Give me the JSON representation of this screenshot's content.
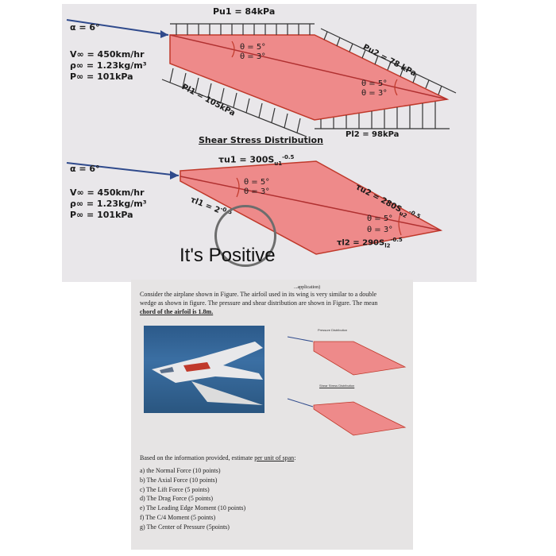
{
  "top_figure": {
    "pressure": {
      "alpha": "α = 6°",
      "v_inf": "V∞ = 450km/hr",
      "rho_inf": "ρ∞ = 1.23kg/m³",
      "p_inf": "P∞ = 101kPa",
      "pu1": "Pu1 = 84kPa",
      "pu2": "Pu2 = 78 kPa",
      "pl1": "Pl1 = 105kPa",
      "pl2": "Pl2 = 98kPa",
      "theta_left_5": "θ = 5°",
      "theta_left_3": "θ = 3°",
      "theta_right_5": "θ = 5°",
      "theta_right_3": "θ = 3°"
    },
    "shear_title": "Shear Stress Distribution",
    "shear": {
      "alpha": "α = 6°",
      "v_inf": "V∞ = 450km/hr",
      "rho_inf": "ρ∞ = 1.23kg/m³",
      "p_inf": "P∞ = 101kPa",
      "tau_u1": "τu1 = 300S",
      "tau_u1_sub": "u1",
      "tau_u1_exp": "-0.5",
      "tau_l1": "τl1 = 2",
      "tau_l1_exp": "-0.5",
      "tau_u2": "τu2 = 280S",
      "tau_u2_sub": "u2",
      "tau_u2_exp": "-0.5",
      "tau_l2": "τl2 = 290S",
      "tau_l2_sub": "l2",
      "tau_l2_exp": "-0.5",
      "theta_left_5": "θ = 5°",
      "theta_left_3": "θ = 3°",
      "theta_right_5": "θ = 5°",
      "theta_right_3": "θ = 3°"
    }
  },
  "overlay": {
    "text": "It's Positive"
  },
  "bottom_document": {
    "header_fragment": "...application)",
    "intro_line1": "Consider the airplane shown in Figure. The airfoil used in its wing is very similar to a double",
    "intro_line2": "wedge as shown in figure. The pressure and shear distribution are shown in Figure. The mean",
    "intro_line3": "chord of the airfoil is 1.8m.",
    "mini_pressure_title": "Pressure Distribution",
    "mini_shear_title": "Shear Stress Distribution",
    "question_lead": "Based on the information provided, estimate ",
    "question_lead_underlined": "per unit of span",
    "question_lead_end": ":",
    "items": [
      "a)  the Normal Force (10 points)",
      "b)  The Axial Force (10 points)",
      "c)  The Lift Force  (5 points)",
      "d)  The Drag Force (5 points)",
      "e)  The Leading Edge Moment (10 points)",
      "f)  The C/4 Moment (5 points)",
      "g)  The Center of Pressure (5points)"
    ]
  },
  "colors": {
    "wedge_fill": "#ee8a8a",
    "wedge_stroke": "#c0392b",
    "arrow_blue": "#2f4a8c",
    "text_dark": "#1a1a1a"
  }
}
